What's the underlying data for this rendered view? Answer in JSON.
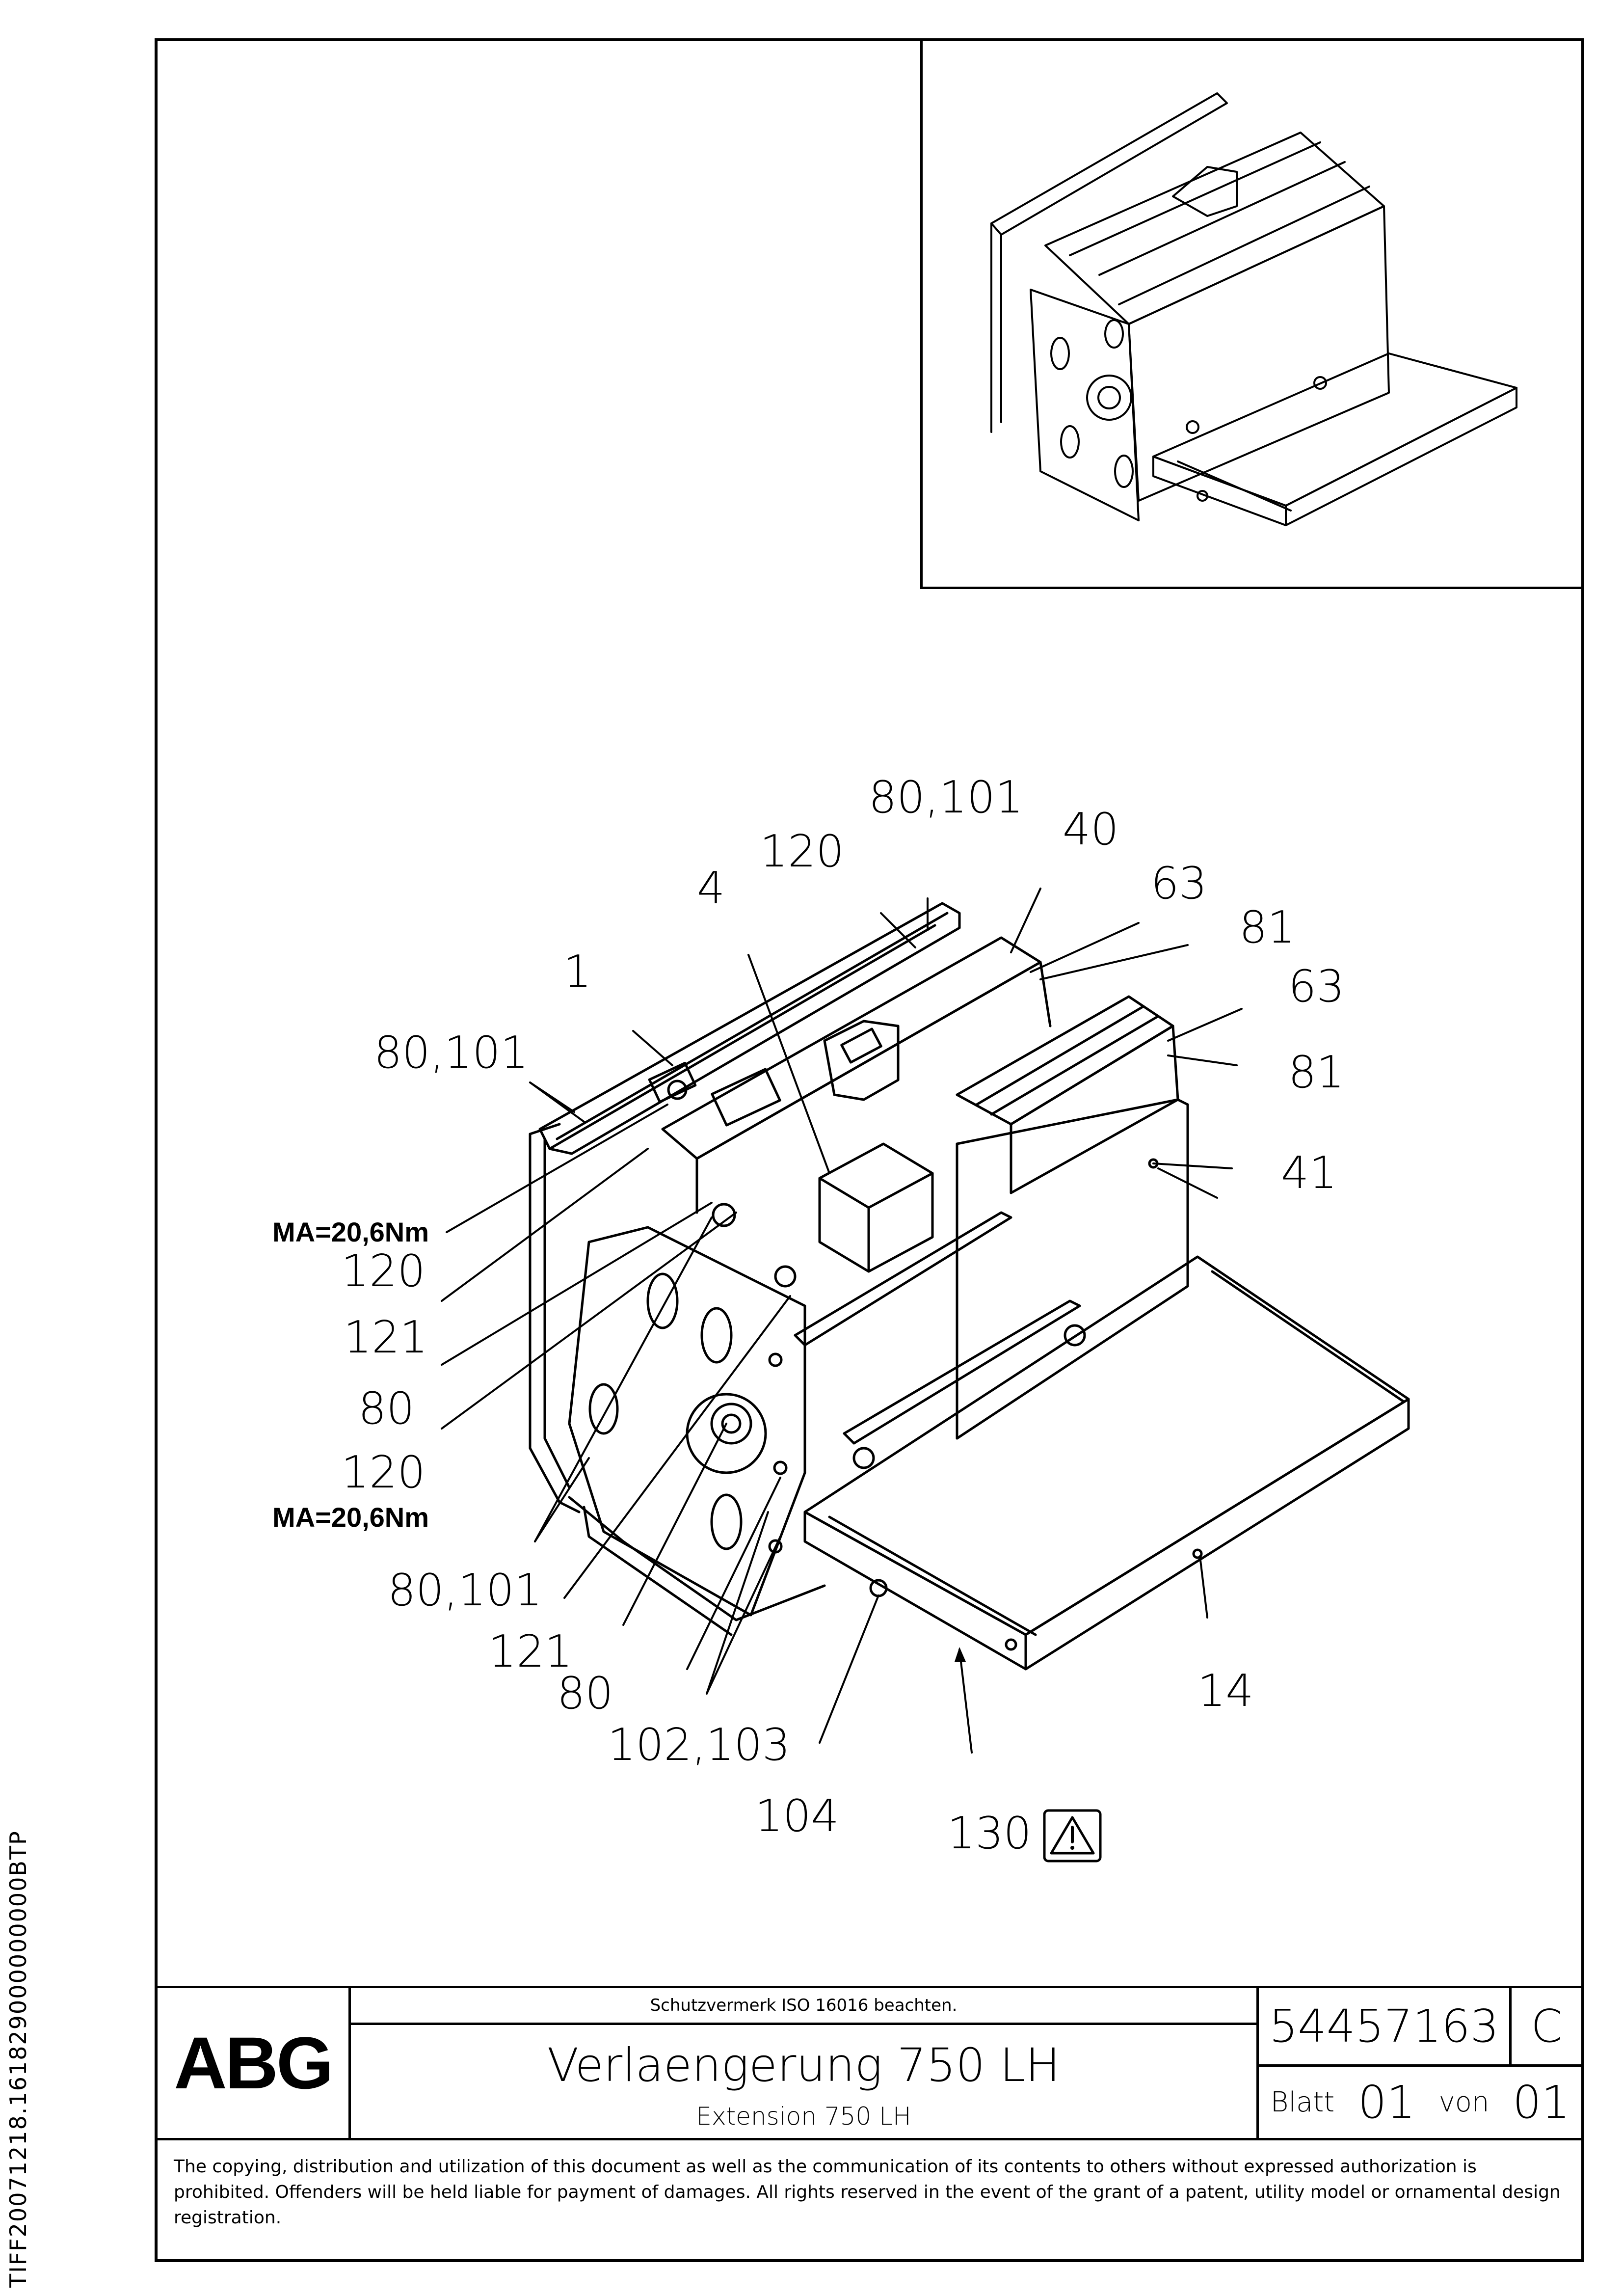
{
  "side_code": "TIFF20071218.161829000000000BTP",
  "labels": {
    "l1": "1",
    "l4": "4",
    "l120_top": "120",
    "l80_101_top": "80,101",
    "l40": "40",
    "l63_a": "63",
    "l81_a": "81",
    "l63_b": "63",
    "l81_b": "81",
    "l41": "41",
    "l80_101_left": "80,101",
    "l120_a": "120",
    "l121_a": "121",
    "l80_a": "80",
    "l120_b": "120",
    "l80_101_bottom": "80,101",
    "l121_b": "121",
    "l80_b": "80",
    "l102_103": "102,103",
    "l104": "104",
    "l130": "130",
    "l14": "14"
  },
  "torque": {
    "upper": "MA=20,6Nm",
    "lower": "MA=20,6Nm"
  },
  "warning_icon": "warning-triangle-icon",
  "title_block": {
    "logo": "ABG",
    "protection_notice": "Schutzvermerk ISO 16016 beachten.",
    "title_de": "Verlaengerung 750 LH",
    "title_en": "Extension 750 LH",
    "doc_number": "54457163",
    "revision": "C",
    "sheet_label": "Blatt",
    "sheet_number": "01",
    "of_label": "von",
    "sheet_total": "01",
    "legal": "The copying, distribution and utilization of this document as well as the communication of its contents to others without expressed authorization is prohibited. Offenders will be held liable for payment of damages. All rights reserved in the event of the grant of a patent, utility model or ornamental design registration."
  }
}
